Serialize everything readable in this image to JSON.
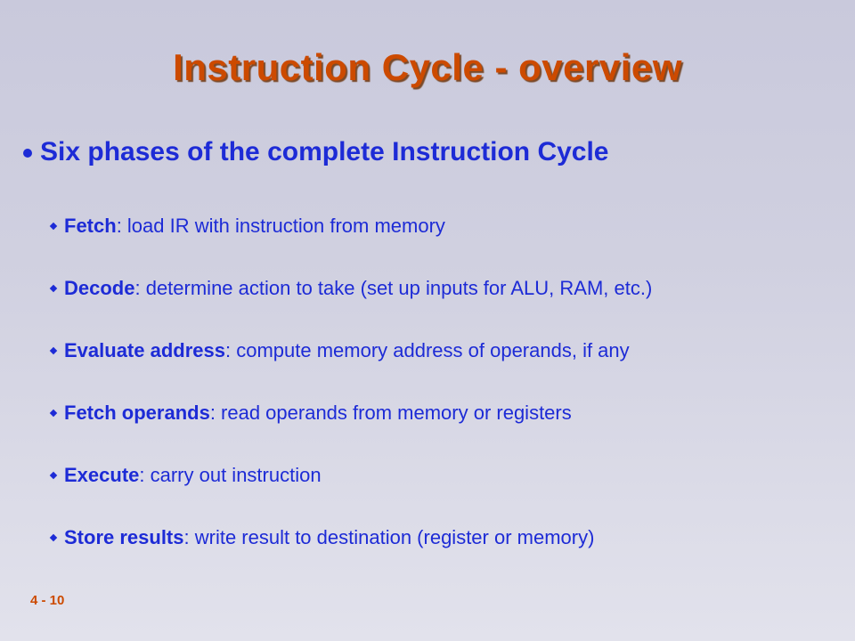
{
  "slide": {
    "title": "Instruction Cycle - overview",
    "main_bullet": "Six phases of the complete Instruction Cycle",
    "items": [
      {
        "term": "Fetch",
        "desc": ": load IR with instruction from memory"
      },
      {
        "term": "Decode",
        "desc": ": determine action to take (set up inputs for ALU, RAM, etc.)"
      },
      {
        "term": "Evaluate address",
        "desc": ": compute memory address of operands, if any"
      },
      {
        "term": "Fetch operands",
        "desc": ": read operands from memory or registers"
      },
      {
        "term": "Execute",
        "desc": ": carry out instruction"
      },
      {
        "term": "Store results",
        "desc": ": write result to destination (register or memory)"
      }
    ],
    "page_number": "4 - 10"
  },
  "colors": {
    "title": "#cc4a00",
    "text": "#1d2bd6",
    "background": "#d0d0e0"
  },
  "icons": {
    "main_bullet": "dot-icon",
    "sub_bullet": "diamond-icon"
  }
}
